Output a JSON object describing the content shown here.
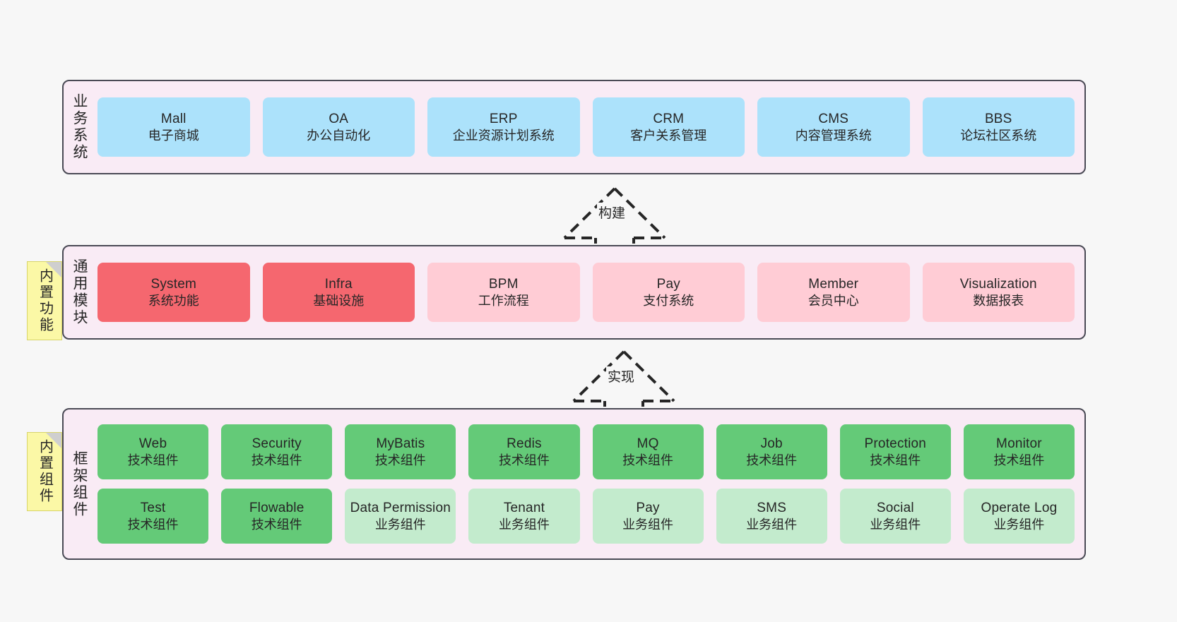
{
  "diagram": {
    "background": "#f7f7f7",
    "layer_fill": "#f9ebf5",
    "layer_border": "#4a4a55",
    "colors": {
      "business": "#ace2fb",
      "module_strong": "#f5676f",
      "module_light": "#ffccd5",
      "framework_tech": "#64ca78",
      "framework_biz": "#c3ebcd",
      "sticky": "#fbf8a6",
      "sticky_fold": "#cfcfcf"
    }
  },
  "layers": [
    {
      "id": "business-system",
      "title": "业务系统",
      "nodes": [
        {
          "en": "Mall",
          "cn": "电子商城"
        },
        {
          "en": "OA",
          "cn": "办公自动化"
        },
        {
          "en": "ERP",
          "cn": "企业资源计划系统"
        },
        {
          "en": "CRM",
          "cn": "客户关系管理"
        },
        {
          "en": "CMS",
          "cn": "内容管理系统"
        },
        {
          "en": "BBS",
          "cn": "论坛社区系统"
        }
      ]
    },
    {
      "id": "common-module",
      "title": "通用模块",
      "sticky": "内置功能",
      "nodes": [
        {
          "en": "System",
          "cn": "系统功能",
          "variant": "strong"
        },
        {
          "en": "Infra",
          "cn": "基础设施",
          "variant": "strong"
        },
        {
          "en": "BPM",
          "cn": "工作流程",
          "variant": "light"
        },
        {
          "en": "Pay",
          "cn": "支付系统",
          "variant": "light"
        },
        {
          "en": "Member",
          "cn": "会员中心",
          "variant": "light"
        },
        {
          "en": "Visualization",
          "cn": "数据报表",
          "variant": "light"
        }
      ]
    },
    {
      "id": "framework-component",
      "title": "框架组件",
      "sticky": "内置组件",
      "rows": [
        [
          {
            "en": "Web",
            "cn": "技术组件",
            "variant": "tech"
          },
          {
            "en": "Security",
            "cn": "技术组件",
            "variant": "tech"
          },
          {
            "en": "MyBatis",
            "cn": "技术组件",
            "variant": "tech"
          },
          {
            "en": "Redis",
            "cn": "技术组件",
            "variant": "tech"
          },
          {
            "en": "MQ",
            "cn": "技术组件",
            "variant": "tech"
          },
          {
            "en": "Job",
            "cn": "技术组件",
            "variant": "tech"
          },
          {
            "en": "Protection",
            "cn": "技术组件",
            "variant": "tech"
          },
          {
            "en": "Monitor",
            "cn": "技术组件",
            "variant": "tech"
          }
        ],
        [
          {
            "en": "Test",
            "cn": "技术组件",
            "variant": "tech"
          },
          {
            "en": "Flowable",
            "cn": "技术组件",
            "variant": "tech"
          },
          {
            "en": "Data Permission",
            "cn": "业务组件",
            "variant": "biz"
          },
          {
            "en": "Tenant",
            "cn": "业务组件",
            "variant": "biz"
          },
          {
            "en": "Pay",
            "cn": "业务组件",
            "variant": "biz"
          },
          {
            "en": "SMS",
            "cn": "业务组件",
            "variant": "biz"
          },
          {
            "en": "Social",
            "cn": "业务组件",
            "variant": "biz"
          },
          {
            "en": "Operate Log",
            "cn": "业务组件",
            "variant": "biz"
          }
        ]
      ]
    }
  ],
  "connectors": [
    {
      "id": "build",
      "label": "构建"
    },
    {
      "id": "implement",
      "label": "实现"
    }
  ]
}
